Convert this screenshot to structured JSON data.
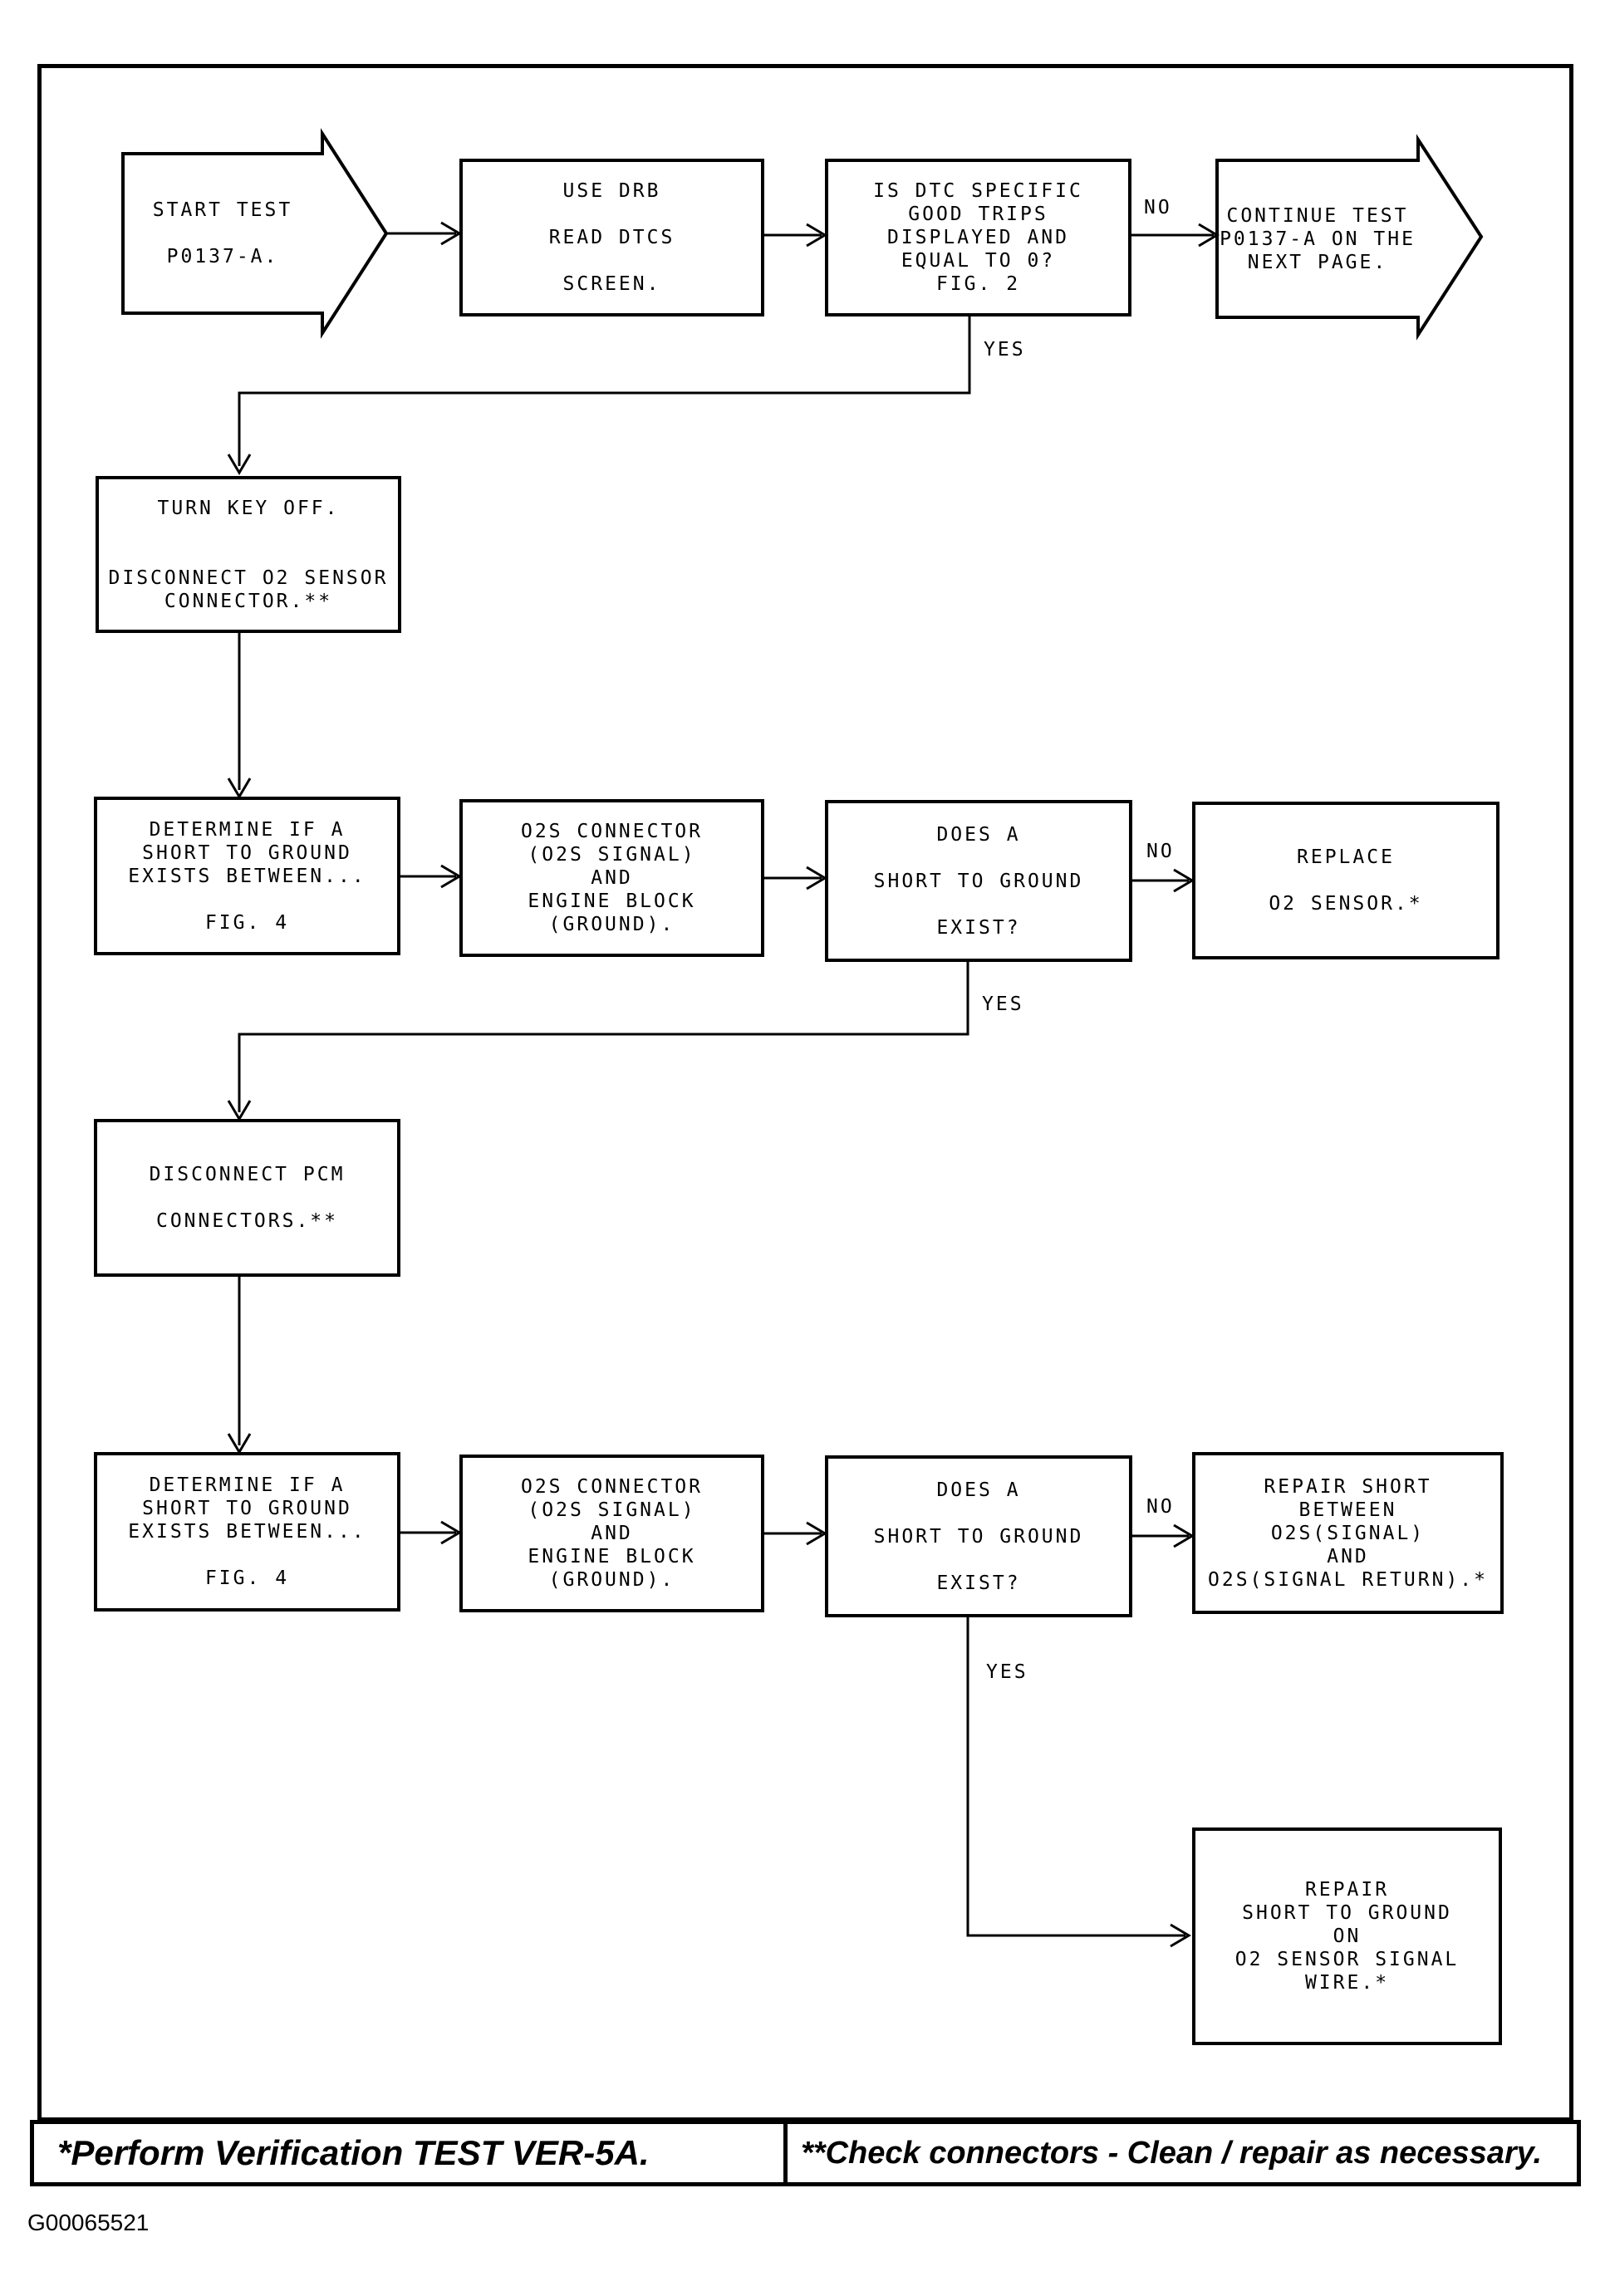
{
  "diagram": {
    "nodes": {
      "start": {
        "text": "START TEST\n\nP0137-A."
      },
      "use_drb": {
        "text": "USE DRB\n\nREAD DTCS\n\nSCREEN."
      },
      "is_dtc": {
        "text": "IS DTC SPECIFIC\nGOOD TRIPS\nDISPLAYED AND\nEQUAL TO 0?\nFIG. 2"
      },
      "continue": {
        "text": "CONTINUE TEST\nP0137-A ON THE\nNEXT PAGE."
      },
      "turn_key": {
        "text": "TURN KEY OFF.\n\n\nDISCONNECT O2 SENSOR\nCONNECTOR.**"
      },
      "determine1": {
        "text": "DETERMINE IF A\nSHORT TO GROUND\nEXISTS BETWEEN...\n\nFIG. 4"
      },
      "o2s1": {
        "text": "O2S CONNECTOR\n(O2S SIGNAL)\nAND\nENGINE BLOCK\n(GROUND)."
      },
      "does1": {
        "text": "DOES A\n\nSHORT TO GROUND\n\nEXIST?"
      },
      "replace": {
        "text": "REPLACE\n\nO2 SENSOR.*"
      },
      "disconnect_pcm": {
        "text": "DISCONNECT PCM\n\nCONNECTORS.**"
      },
      "determine2": {
        "text": "DETERMINE IF A\nSHORT TO GROUND\nEXISTS BETWEEN...\n\nFIG. 4"
      },
      "o2s2": {
        "text": "O2S CONNECTOR\n(O2S SIGNAL)\nAND\nENGINE BLOCK\n(GROUND)."
      },
      "does2": {
        "text": "DOES A\n\nSHORT TO GROUND\n\nEXIST?"
      },
      "repair_short": {
        "text": "REPAIR SHORT\nBETWEEN\nO2S(SIGNAL)\nAND\nO2S(SIGNAL RETURN).*"
      },
      "repair_ground": {
        "text": "REPAIR\nSHORT TO GROUND\nON\nO2 SENSOR SIGNAL\nWIRE.*"
      }
    },
    "labels": {
      "no1": "NO",
      "yes1": "YES",
      "no2": "NO",
      "yes2": "YES",
      "no3": "NO",
      "yes3": "YES"
    },
    "line_color": "#000000"
  },
  "footer": {
    "left_note": "*Perform Verification TEST VER-5A.",
    "right_note": "**Check connectors - Clean / repair as necessary."
  },
  "figure_id": "G00065521"
}
